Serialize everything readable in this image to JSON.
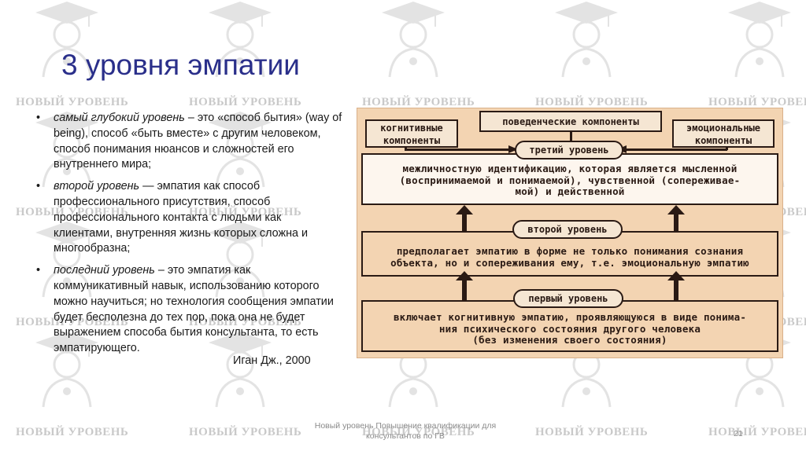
{
  "watermark": {
    "text": "НОВЫЙ УРОВЕНЬ"
  },
  "title": "3 уровня эмпатии",
  "bullets": [
    {
      "marker": "•",
      "lead": "самый глубокий уровень",
      "rest": " – это «способ бытия» (way of being), способ «быть вместе» с другим человеком, способ понимания нюансов и сложностей его внутреннего мира;"
    },
    {
      "marker": "•",
      "lead": "второй уровень",
      "rest": " — эмпатия как способ профессионального присутствия, способ профессионального контакта с людьми как клиентами, внутренняя жизнь которых сложна и многообразна;"
    },
    {
      "marker": "•",
      "lead": "последний уровень",
      "rest": " – это эмпатия как коммуникативный навык, использованию которого можно научиться; но технология сообщения эмпатии будет бесполезна до тех пор, пока она не будет выражением способа бытия консультанта, то есть эмпатирующего."
    }
  ],
  "citation": "Иган Дж., 2000",
  "diagram": {
    "cognitive": [
      "когнитивные",
      "компоненты"
    ],
    "behavioral": "поведенческие компоненты",
    "emotional": [
      "эмоциональные",
      "компоненты"
    ],
    "level3_label": "третий уровень",
    "level3_text": [
      "межличностную идентификацию, которая является мысленной",
      "(воспринимаемой и понимаемой), чувственной (сопереживае-",
      "мой) и действенной"
    ],
    "level2_label": "второй уровень",
    "level2_text": [
      "предполагает эмпатию в форме не только понимания сознания",
      "объекта, но и сопереживания ему, т.е. эмоциональную эмпатию"
    ],
    "level1_label": "первый уровень",
    "level1_text": [
      "включает когнитивную эмпатию, проявляющуюся в виде понима-",
      "ния психического состояния другого человека",
      "(без изменения своего состояния)"
    ]
  },
  "footer": [
    "Новый уровень Повышение квалификации для",
    "консультантов по ГВ"
  ],
  "page_number": "21",
  "colors": {
    "title": "#2a2f8a",
    "diagram_bg": "#f3d4b2",
    "diagram_ink": "#2a1a14"
  }
}
